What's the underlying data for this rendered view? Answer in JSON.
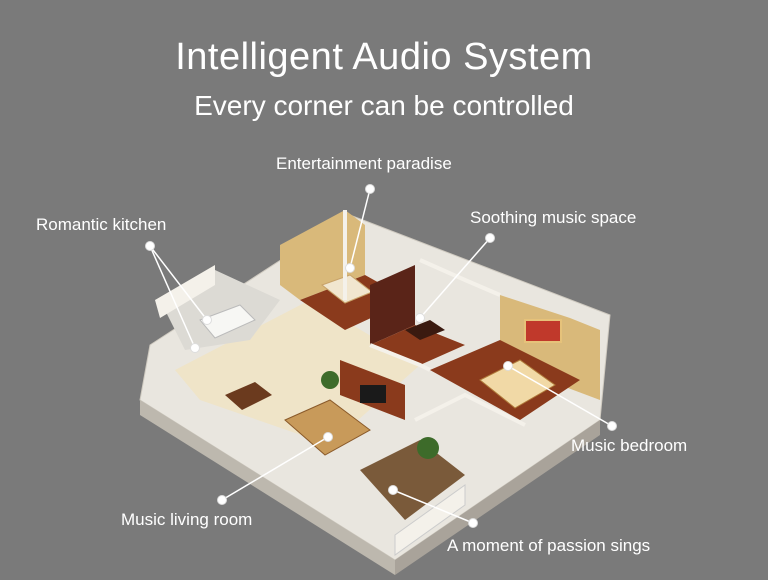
{
  "header": {
    "title": "Intelligent Audio System",
    "subtitle": "Every corner can be controlled"
  },
  "callouts": {
    "entertainment": "Entertainment paradise",
    "kitchen": "Romantic kitchen",
    "soothing": "Soothing music space",
    "bedroom": "Music bedroom",
    "living": "Music living room",
    "passion": "A moment of passion sings"
  },
  "colors": {
    "background": "#7a7a7a",
    "wall": "#f4f1ea",
    "wallpaper": "#d9b97a",
    "floor_wood": "#8a3a1c",
    "floor_tile": "#efe4c8",
    "accent_dark": "#5a2418"
  }
}
